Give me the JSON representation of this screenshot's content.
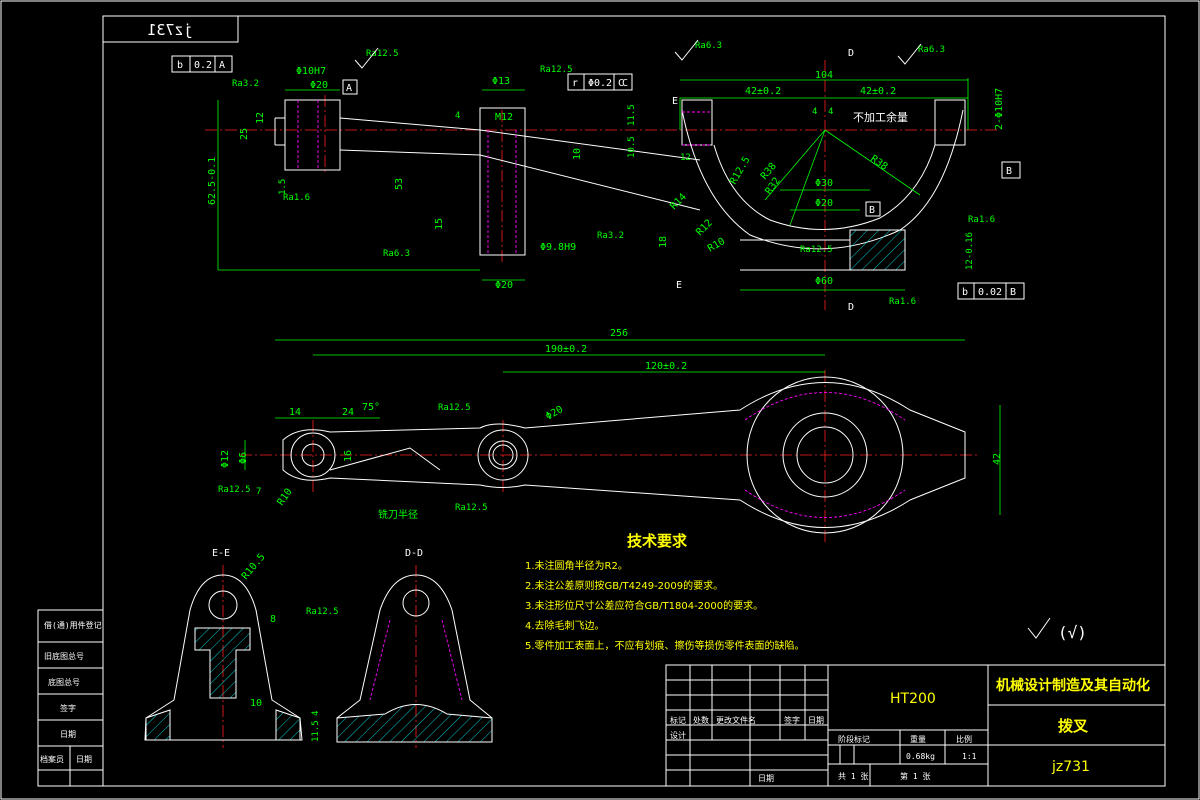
{
  "drawing_number_stamp": "jz731",
  "datum_labels": {
    "A": "A",
    "B": "B",
    "C": "C",
    "D": "D",
    "E": "E"
  },
  "tolerance_frames": [
    {
      "symbol": "b",
      "value": "0.2",
      "datum": "A"
    },
    {
      "symbol": "r",
      "value": "Φ0.2",
      "datum": "C"
    },
    {
      "symbol": "b",
      "value": "0.02",
      "datum": "B"
    }
  ],
  "roughness": {
    "r32": "Ra3.2",
    "r125": "Ra12.5",
    "r63": "Ra6.3",
    "r16": "Ra1.6"
  },
  "front_view_dims": {
    "d20": "Φ20",
    "d10h7": "Φ10H7",
    "d13": "Φ13",
    "m12": "M12",
    "d104": "104",
    "d42a": "42±0.2",
    "d42b": "42±0.2",
    "d4a": "4",
    "d4b": "4",
    "d2_d10h7": "2-Φ10H7",
    "d25": "25",
    "d12": "12",
    "d62": "62.5-0.1",
    "d15v": "15",
    "d10v": "10",
    "d53": "53",
    "d39": "Φ9.8H9",
    "d18": "18",
    "d20b": "Φ20",
    "d30": "Φ30",
    "d20c": "Φ20",
    "d60": "Φ60",
    "d11_5": "11.5",
    "d10_5": "10.5",
    "d12b": "12",
    "r38": "R38",
    "r32": "R32",
    "r38b": "R38",
    "r14": "R14",
    "r10": "R10",
    "r12": "R12",
    "r12_5": "R12.5",
    "no_allowance": "不加工余量",
    "d12_0": "12-0.16",
    "d4": "4",
    "d1_5": "1.5"
  },
  "top_view_dims": {
    "d256": "256",
    "d190": "190±0.2",
    "d120": "120±0.2",
    "d14": "14",
    "d24": "24",
    "a75": "75°",
    "d20": "Φ20",
    "d12": "Φ12",
    "d6": "Φ6",
    "d16": "16",
    "d7": "7",
    "r10": "R10",
    "d42": "42",
    "mill": "铣刀半径"
  },
  "section_labels": {
    "ee": "E-E",
    "dd": "D-D",
    "r10_5": "R10.5",
    "d8": "8",
    "d10": "10",
    "d4": "4",
    "d11_5": "11.5"
  },
  "tech_requirements": {
    "title": "技术要求",
    "items": [
      "1.未注圆角半径为R2。",
      "2.未注公差原则按GB/T4249-2009的要求。",
      "3.未注形位尺寸公差应符合GB/T1804-2000的要求。",
      "4.去除毛刺飞边。",
      "5.零件加工表面上，不应有划痕、擦伤等损伤零件表面的缺陷。"
    ]
  },
  "surface_symbol": "(√)",
  "left_strip": [
    "借(通)用件登记",
    "旧底图总号",
    "底图总号",
    "签字",
    "日期",
    "档案员",
    "日期"
  ],
  "title_block": {
    "material": "HT200",
    "institution": "机械设计制造及其自动化",
    "part_name": "拨叉",
    "drawing_no": "jz731",
    "row_labels": [
      "标记",
      "处数",
      "更改文件名",
      "签字",
      "日期"
    ],
    "designer": "设计",
    "stage_label": "阶段标记",
    "weight_label": "重量",
    "scale_label": "比例",
    "weight": "0.68kg",
    "scale": "1:1",
    "sheet_total": "共 1 张",
    "sheet_no": "第 1 张",
    "date_label": "日期"
  }
}
